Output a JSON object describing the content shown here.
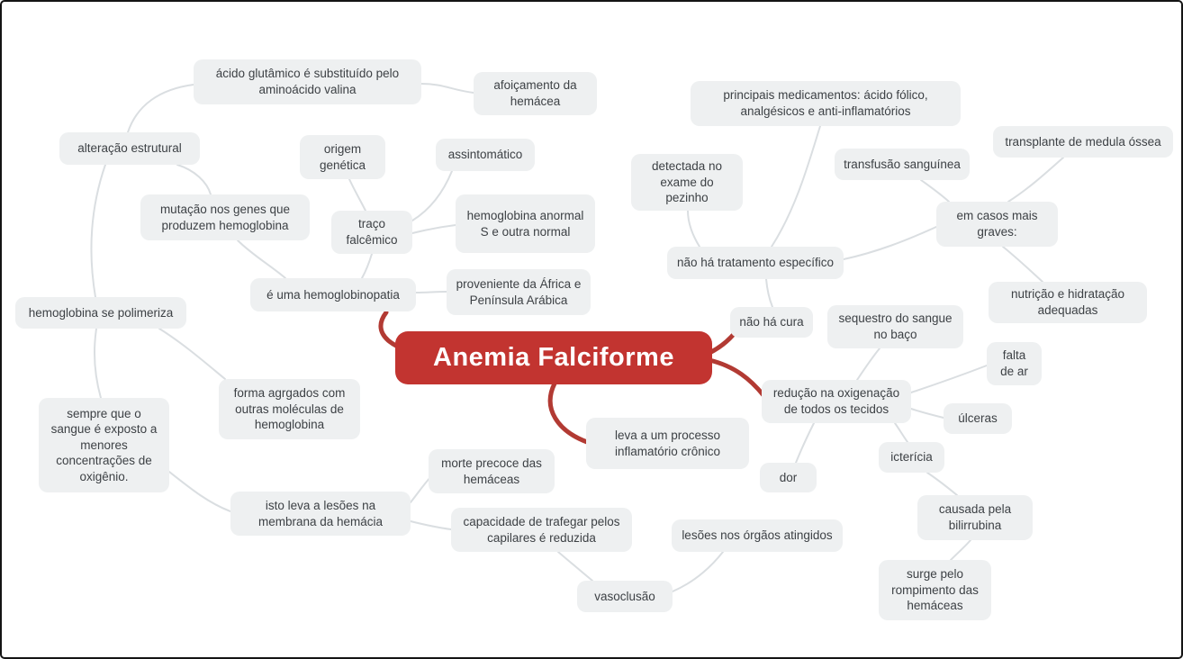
{
  "diagram": {
    "title": "Anemia Falciforme",
    "type": "mindmap",
    "colors": {
      "central_bg": "#c23430",
      "central_text": "#ffffff",
      "node_bg": "#eef0f1",
      "node_text": "#3d4145",
      "edge": "#dadee1",
      "branch": "#b23a33"
    }
  },
  "nodes": [
    {
      "id": "acido-glutamico",
      "label": "ácido glutâmico é substituído pelo aminoácido valina"
    },
    {
      "id": "afoicamento",
      "label": "afoiçamento da hemácea"
    },
    {
      "id": "alteracao-estrutural",
      "label": "alteração estrutural"
    },
    {
      "id": "origem-genetica",
      "label": "origem genética"
    },
    {
      "id": "assintomatico",
      "label": "assintomático"
    },
    {
      "id": "mutacao-genes",
      "label": "mutação nos genes que produzem hemoglobina"
    },
    {
      "id": "traco-falcemico",
      "label": "traço falcêmico"
    },
    {
      "id": "hemoglobina-anormal",
      "label": "hemoglobina anormal S e outra normal"
    },
    {
      "id": "hemoglobinopatia",
      "label": "é uma hemoglobinopatia"
    },
    {
      "id": "proveniente-africa",
      "label": "proveniente da África e Península Arábica"
    },
    {
      "id": "hemoglobina-polimeriza",
      "label": "hemoglobina se polimeriza"
    },
    {
      "id": "central",
      "label": "Anemia Falciforme"
    },
    {
      "id": "forma-agregados",
      "label": "forma agrgados com outras moléculas de hemoglobina"
    },
    {
      "id": "sempre-que-sangue",
      "label": "sempre que o sangue é exposto a menores concentrações de oxigênio."
    },
    {
      "id": "lesoes-membrana",
      "label": "isto leva a lesões na membrana da hemácia"
    },
    {
      "id": "morte-precoce",
      "label": "morte precoce das hemáceas"
    },
    {
      "id": "capacidade-trafegar",
      "label": "capacidade de trafegar pelos capilares é reduzida"
    },
    {
      "id": "vasoclusao",
      "label": "vasoclusão"
    },
    {
      "id": "lesoes-orgaos",
      "label": "lesões nos órgãos atingidos"
    },
    {
      "id": "processo-inflamatorio",
      "label": "leva a um processo inflamatório crônico"
    },
    {
      "id": "principais-medicamentos",
      "label": "principais medicamentos: ácido fólico, analgésicos e anti-inflamatórios"
    },
    {
      "id": "transplante-medula",
      "label": "transplante de medula óssea"
    },
    {
      "id": "transfusao-sanguinea",
      "label": "transfusão sanguínea"
    },
    {
      "id": "exame-pezinho",
      "label": "detectada no exame do pezinho"
    },
    {
      "id": "casos-graves",
      "label": "em casos mais graves:"
    },
    {
      "id": "sem-tratamento",
      "label": "não há tratamento específico"
    },
    {
      "id": "nutricao-hidratacao",
      "label": "nutrição e hidratação adequadas"
    },
    {
      "id": "nao-ha-cura",
      "label": "não há cura"
    },
    {
      "id": "sequestro-sangue",
      "label": "sequestro do sangue no baço"
    },
    {
      "id": "falta-de-ar",
      "label": "falta de ar"
    },
    {
      "id": "reducao-oxigenacao",
      "label": "redução na oxigenação de todos os tecidos"
    },
    {
      "id": "ulceras",
      "label": "úlceras"
    },
    {
      "id": "ictericia",
      "label": "icterícia"
    },
    {
      "id": "dor",
      "label": "dor"
    },
    {
      "id": "causada-bilirrubina",
      "label": "causada pela bilirrubina"
    },
    {
      "id": "surge-rompimento",
      "label": "surge pelo rompimento das hemáceas"
    }
  ],
  "edges": [
    {
      "from": "central",
      "to": "hemoglobinopatia"
    },
    {
      "from": "central",
      "to": "processo-inflamatorio"
    },
    {
      "from": "central",
      "to": "nao-ha-cura"
    },
    {
      "from": "central",
      "to": "reducao-oxigenacao"
    },
    {
      "from": "hemoglobinopatia",
      "to": "mutacao-genes"
    },
    {
      "from": "hemoglobinopatia",
      "to": "traco-falcemico"
    },
    {
      "from": "hemoglobinopatia",
      "to": "proveniente-africa"
    },
    {
      "from": "mutacao-genes",
      "to": "alteracao-estrutural"
    },
    {
      "from": "alteracao-estrutural",
      "to": "acido-glutamico"
    },
    {
      "from": "acido-glutamico",
      "to": "afoicamento"
    },
    {
      "from": "traco-falcemico",
      "to": "origem-genetica"
    },
    {
      "from": "traco-falcemico",
      "to": "assintomatico"
    },
    {
      "from": "traco-falcemico",
      "to": "hemoglobina-anormal"
    },
    {
      "from": "alteracao-estrutural",
      "to": "hemoglobina-polimeriza"
    },
    {
      "from": "hemoglobina-polimeriza",
      "to": "sempre-que-sangue"
    },
    {
      "from": "hemoglobina-polimeriza",
      "to": "forma-agregados"
    },
    {
      "from": "sempre-que-sangue",
      "to": "lesoes-membrana"
    },
    {
      "from": "lesoes-membrana",
      "to": "morte-precoce"
    },
    {
      "from": "lesoes-membrana",
      "to": "capacidade-trafegar"
    },
    {
      "from": "capacidade-trafegar",
      "to": "vasoclusao"
    },
    {
      "from": "vasoclusao",
      "to": "lesoes-orgaos"
    },
    {
      "from": "nao-ha-cura",
      "to": "sem-tratamento"
    },
    {
      "from": "sem-tratamento",
      "to": "exame-pezinho"
    },
    {
      "from": "sem-tratamento",
      "to": "principais-medicamentos"
    },
    {
      "from": "sem-tratamento",
      "to": "casos-graves"
    },
    {
      "from": "casos-graves",
      "to": "transfusao-sanguinea"
    },
    {
      "from": "casos-graves",
      "to": "transplante-medula"
    },
    {
      "from": "casos-graves",
      "to": "nutricao-hidratacao"
    },
    {
      "from": "reducao-oxigenacao",
      "to": "sequestro-sangue"
    },
    {
      "from": "reducao-oxigenacao",
      "to": "falta-de-ar"
    },
    {
      "from": "reducao-oxigenacao",
      "to": "ulceras"
    },
    {
      "from": "reducao-oxigenacao",
      "to": "ictericia"
    },
    {
      "from": "reducao-oxigenacao",
      "to": "dor"
    },
    {
      "from": "ictericia",
      "to": "causada-bilirrubina"
    },
    {
      "from": "causada-bilirrubina",
      "to": "surge-rompimento"
    }
  ]
}
